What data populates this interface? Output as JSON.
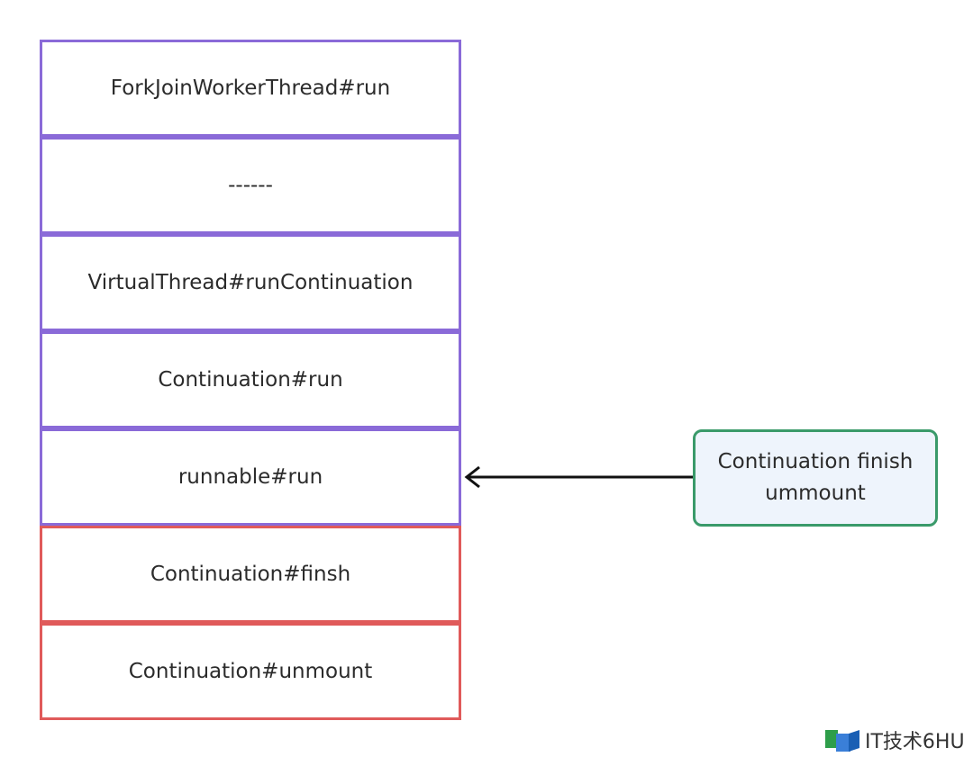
{
  "stack": {
    "frames": [
      {
        "label": "ForkJoinWorkerThread#run",
        "color": "#8a6ad8"
      },
      {
        "label": "------",
        "color": "#8a6ad8"
      },
      {
        "label": "VirtualThread#runContinuation",
        "color": "#8a6ad8"
      },
      {
        "label": "Continuation#run",
        "color": "#8a6ad8"
      },
      {
        "label": "runnable#run",
        "color": "#8a6ad8"
      },
      {
        "label": "Continuation#finsh",
        "color": "#e05a5a"
      },
      {
        "label": "Continuation#unmount",
        "color": "#e05a5a"
      }
    ]
  },
  "note": {
    "text": "Continuation  finish\nummount",
    "border_color": "#3a9a6a",
    "fill_color": "#eef4fc"
  },
  "watermark": {
    "text": "IT技术6HU",
    "icon": "book-logo-icon"
  }
}
